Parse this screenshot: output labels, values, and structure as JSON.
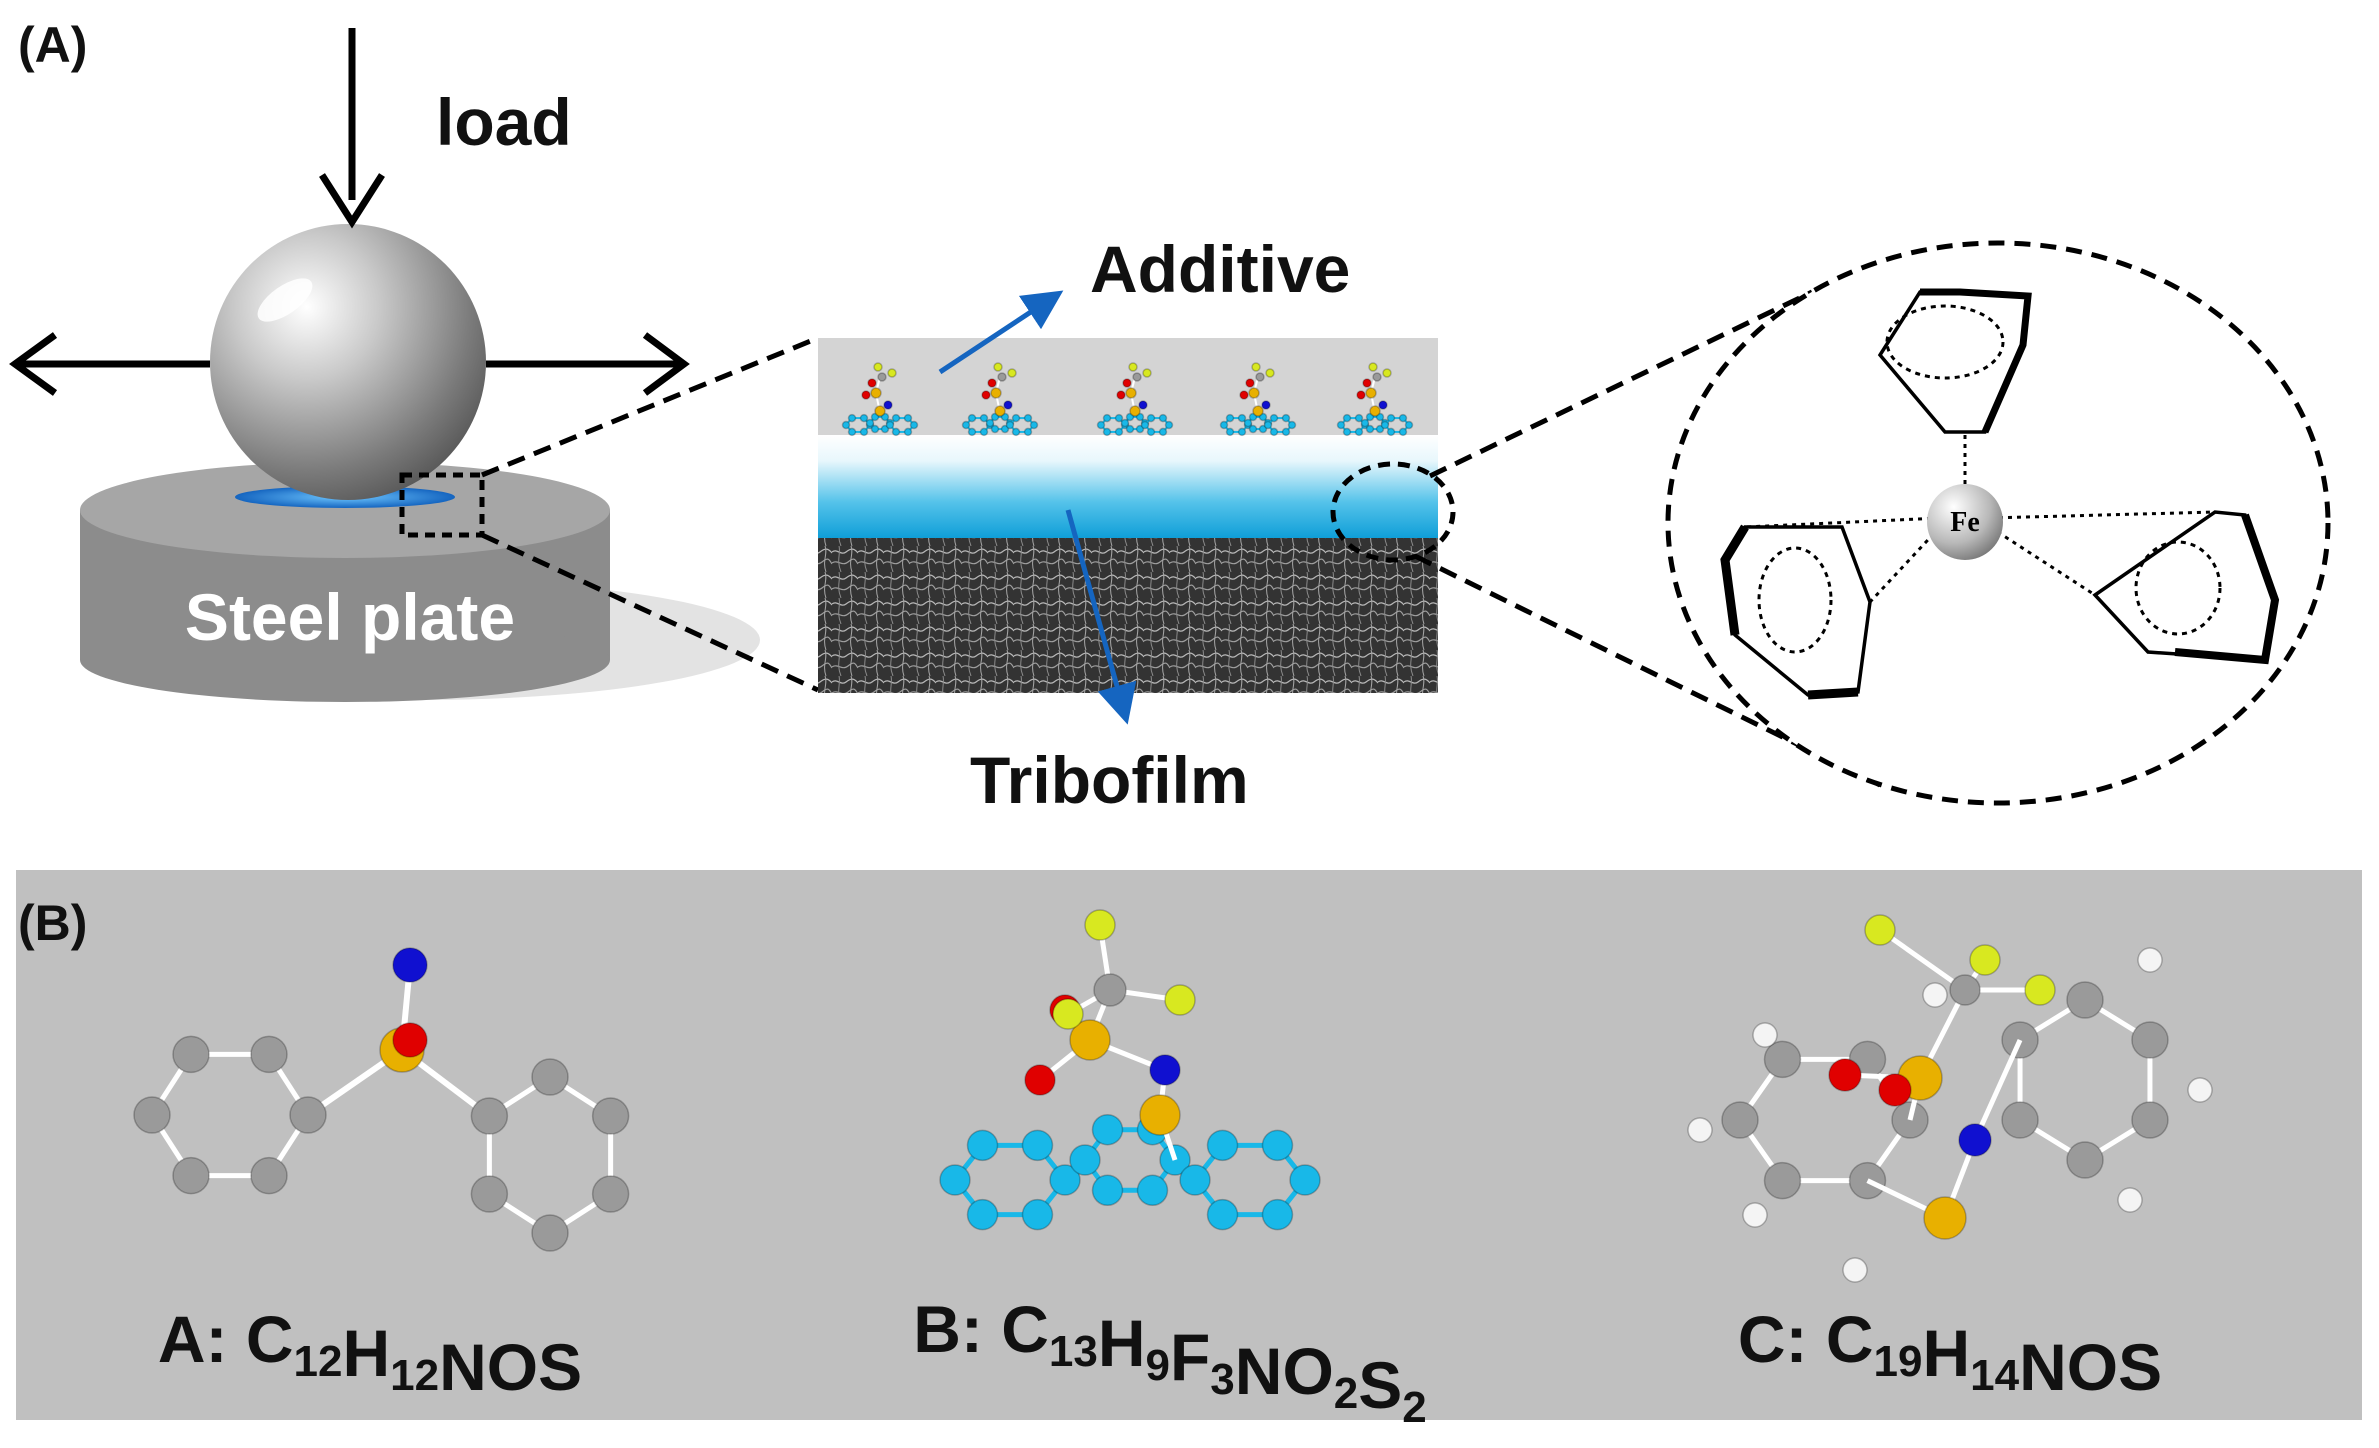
{
  "panel_a": {
    "label": "(A)",
    "load_label": "load",
    "steel_plate_label": "Steel plate",
    "additive_label": "Additive",
    "tribofilm_label": "Tribofilm",
    "fe_label": "Fe"
  },
  "panel_b": {
    "label": "(B)",
    "molecules": [
      {
        "prefix": "A: ",
        "parts": [
          {
            "t": "C"
          },
          {
            "t": "12",
            "sub": true
          },
          {
            "t": "H"
          },
          {
            "t": "12",
            "sub": true
          },
          {
            "t": "NOS"
          }
        ]
      },
      {
        "prefix": "B: ",
        "parts": [
          {
            "t": "C"
          },
          {
            "t": "13",
            "sub": true
          },
          {
            "t": "H"
          },
          {
            "t": "9",
            "sub": true
          },
          {
            "t": "F"
          },
          {
            "t": "3",
            "sub": true
          },
          {
            "t": "NO"
          },
          {
            "t": "2",
            "sub": true
          },
          {
            "t": "S"
          },
          {
            "t": "2",
            "sub": true
          }
        ]
      },
      {
        "prefix": "C: ",
        "parts": [
          {
            "t": "C"
          },
          {
            "t": "19",
            "sub": true
          },
          {
            "t": "H"
          },
          {
            "t": "14",
            "sub": true
          },
          {
            "t": "NOS"
          }
        ]
      }
    ]
  },
  "colors": {
    "arrow_blue": "#1565c0",
    "tribofilm_blue": "#1aa7de",
    "panel_b_bg": "#c0c0c0",
    "carbon_grey": "#9a9a9a",
    "cyan_carbon": "#18b8e8",
    "sulfur": "#e8b000",
    "oxygen": "#e00000",
    "nitrogen": "#1010d0",
    "fluorine": "#d8e820",
    "hydrogen": "#f4f4f4"
  }
}
